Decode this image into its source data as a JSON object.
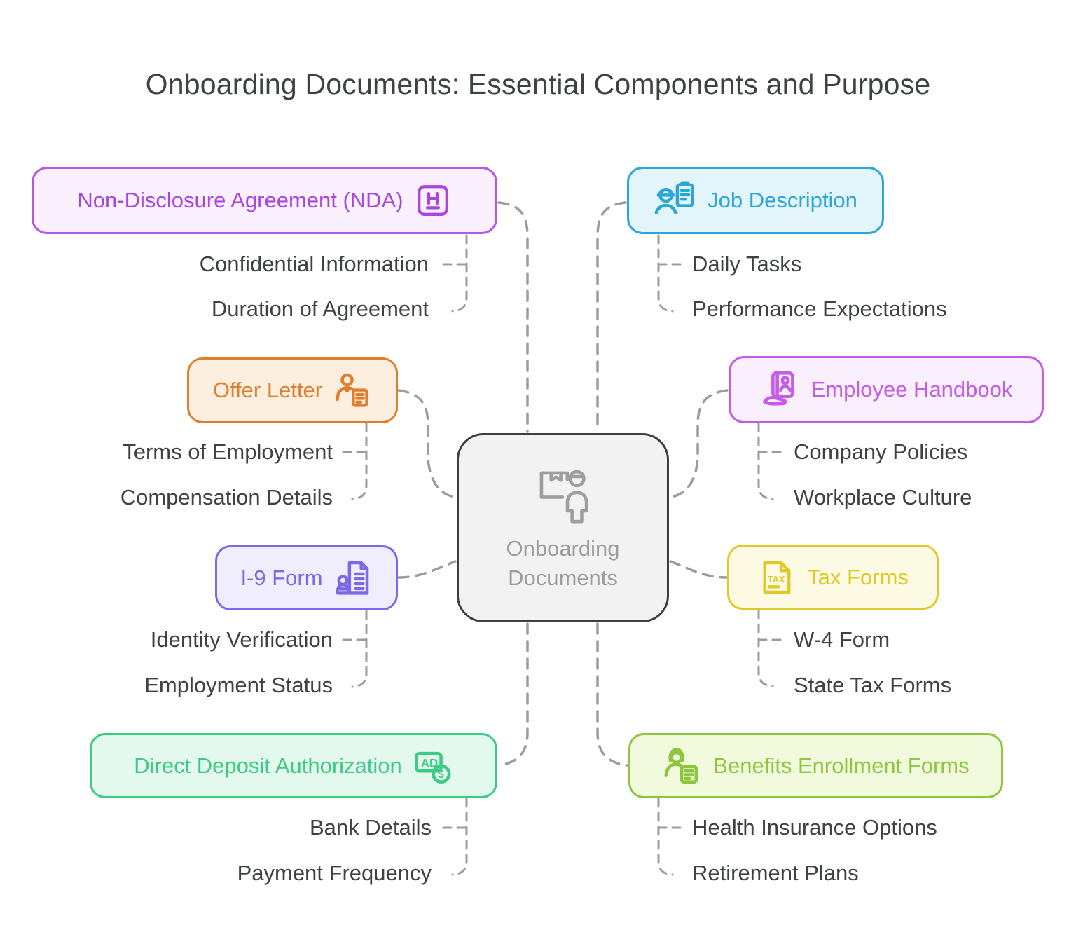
{
  "title": "Onboarding Documents: Essential Components and Purpose",
  "center": {
    "label": "Onboarding Documents",
    "icon": "package-person-icon",
    "border_color": "#3f3f3f",
    "bg_color": "#f2f2f2",
    "text_color": "#9c9c9c"
  },
  "connector_color": "#9c9c9c",
  "branches": [
    {
      "id": "nda",
      "label": "Non-Disclosure Agreement (NDA)",
      "icon": "heading-box-icon",
      "color": "#b557e4",
      "bg": "#fbf0fe",
      "children": [
        "Confidential Information",
        "Duration of Agreement"
      ]
    },
    {
      "id": "job-description",
      "label": "Job Description",
      "icon": "worker-clipboard-icon",
      "color": "#2ba6d6",
      "bg": "#e4f4fb",
      "children": [
        "Daily Tasks",
        "Performance Expectations"
      ]
    },
    {
      "id": "offer-letter",
      "label": "Offer Letter",
      "icon": "person-document-icon",
      "color": "#df7f2e",
      "bg": "#fdefdf",
      "children": [
        "Terms of Employment",
        "Compensation Details"
      ]
    },
    {
      "id": "employee-handbook",
      "label": "Employee Handbook",
      "icon": "handbook-hand-icon",
      "color": "#c55ce9",
      "bg": "#faeffd",
      "children": [
        "Company Policies",
        "Workplace Culture"
      ]
    },
    {
      "id": "i9-form",
      "label": "I-9 Form",
      "icon": "stamp-document-icon",
      "color": "#7b69e8",
      "bg": "#f0eefd",
      "children": [
        "Identity Verification",
        "Employment Status"
      ]
    },
    {
      "id": "tax-forms",
      "label": "Tax Forms",
      "icon": "tax-document-icon",
      "color": "#ddca28",
      "bg": "#fdfae3",
      "children": [
        "W-4 Form",
        "State Tax Forms"
      ]
    },
    {
      "id": "direct-deposit-authorization",
      "label": "Direct Deposit Authorization",
      "icon": "deposit-card-icon",
      "color": "#3ccb85",
      "bg": "#e4f9ee",
      "children": [
        "Bank Details",
        "Payment Frequency"
      ]
    },
    {
      "id": "benefits-enrollment-forms",
      "label": "Benefits Enrollment Forms",
      "icon": "agent-document-icon",
      "color": "#8ec63f",
      "bg": "#f2fade",
      "children": [
        "Health Insurance Options",
        "Retirement Plans"
      ]
    }
  ]
}
